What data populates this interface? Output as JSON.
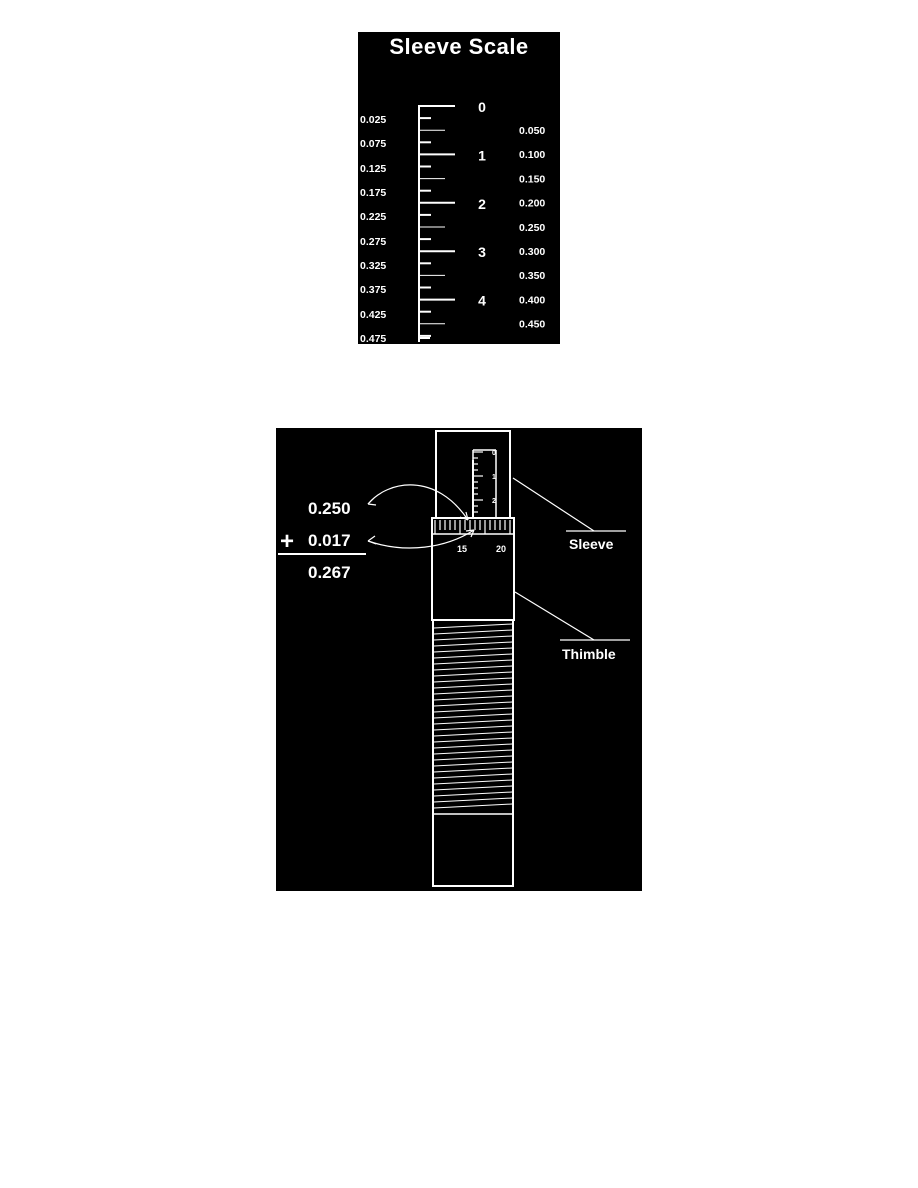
{
  "sleeve_scale": {
    "title": "Sleeve Scale",
    "major_labels": [
      "0",
      "1",
      "2",
      "3",
      "4"
    ],
    "left_labels": [
      "0.025",
      "0.075",
      "0.125",
      "0.175",
      "0.225",
      "0.275",
      "0.325",
      "0.375",
      "0.425",
      "0.475"
    ],
    "right_labels": [
      "0.050",
      "0.100",
      "0.150",
      "0.200",
      "0.250",
      "0.300",
      "0.350",
      "0.400",
      "0.450"
    ]
  },
  "micrometer": {
    "sleeve_numbers": [
      "0",
      "1",
      "2"
    ],
    "thimble_numbers": [
      "15",
      "20"
    ],
    "sleeve_reading": "0.250",
    "plus_sign": "+",
    "thimble_reading": "0.017",
    "total_reading": "0.267",
    "sleeve_callout": "Sleeve",
    "thimble_callout": "Thimble"
  }
}
